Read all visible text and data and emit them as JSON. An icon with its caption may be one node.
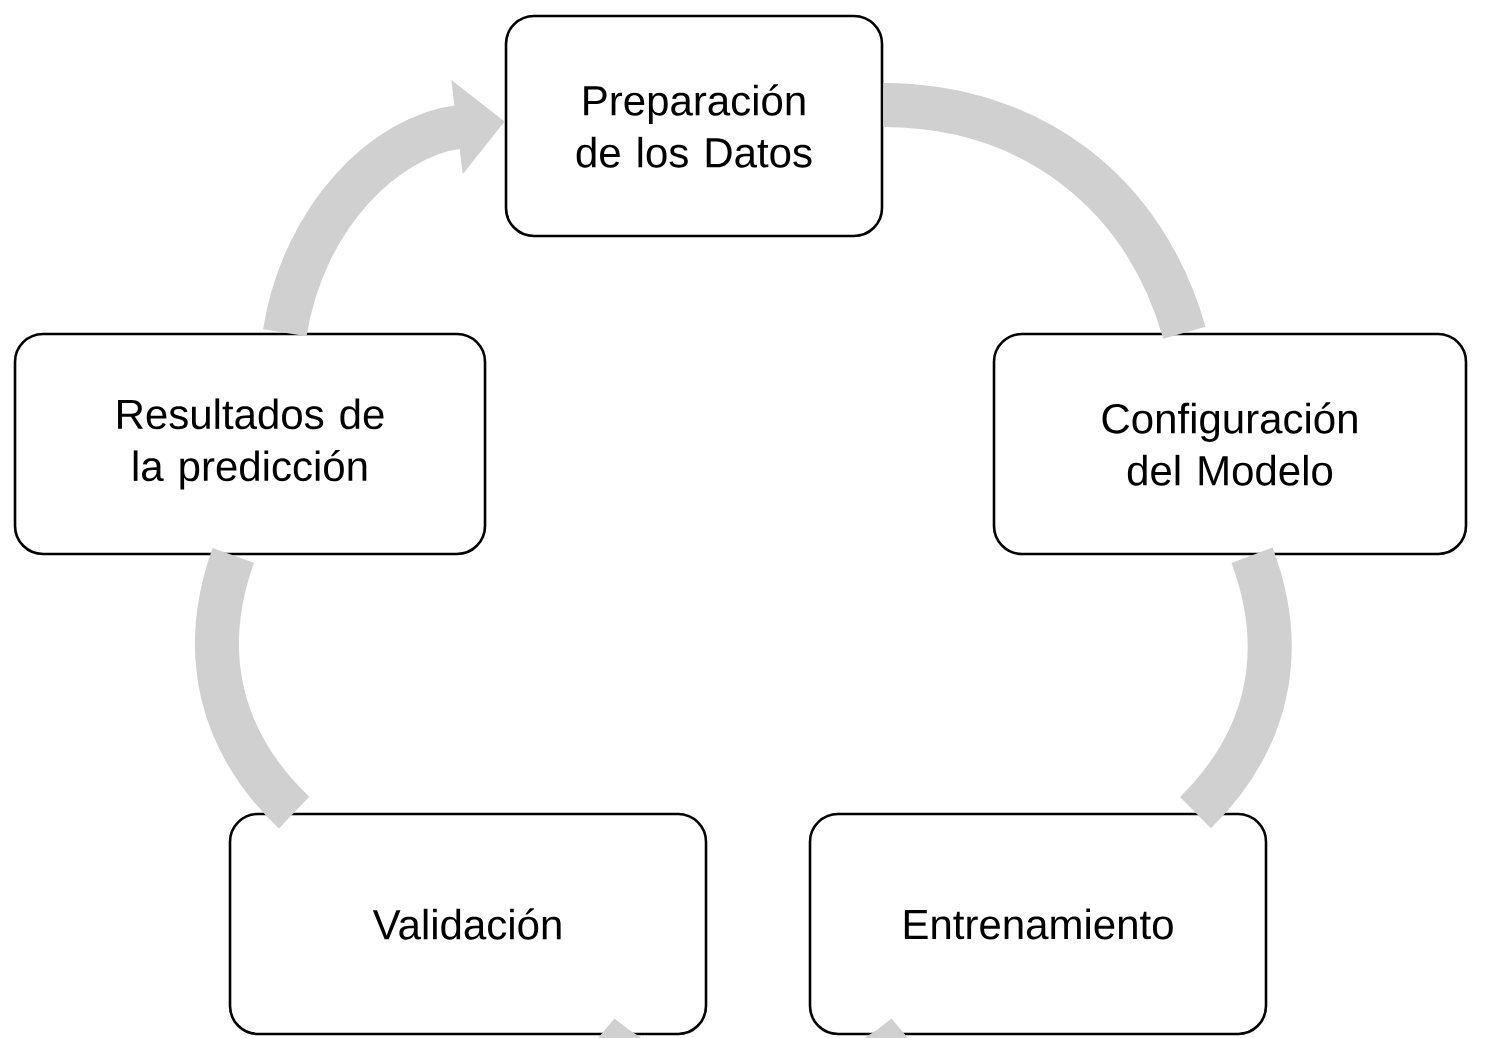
{
  "diagram": {
    "nodes": [
      {
        "text": [
          "Preparación de los Datos"
        ]
      },
      {
        "text": [
          "Configuración del Modelo"
        ]
      },
      {
        "text": [
          "Entrenamiento"
        ]
      },
      {
        "text": [
          "Validación"
        ]
      },
      {
        "text": [
          "Resultados de la predicción"
        ]
      }
    ],
    "edges": [
      {
        "from": 0,
        "to": 1,
        "arrow": "none"
      },
      {
        "from": 1,
        "to": 2,
        "arrow": "none"
      },
      {
        "from": 2,
        "to": 3,
        "arrow": "none"
      },
      {
        "from": 3,
        "to": 4,
        "arrow": "none"
      },
      {
        "from": 4,
        "to": 0,
        "arrow": "to"
      }
    ]
  }
}
